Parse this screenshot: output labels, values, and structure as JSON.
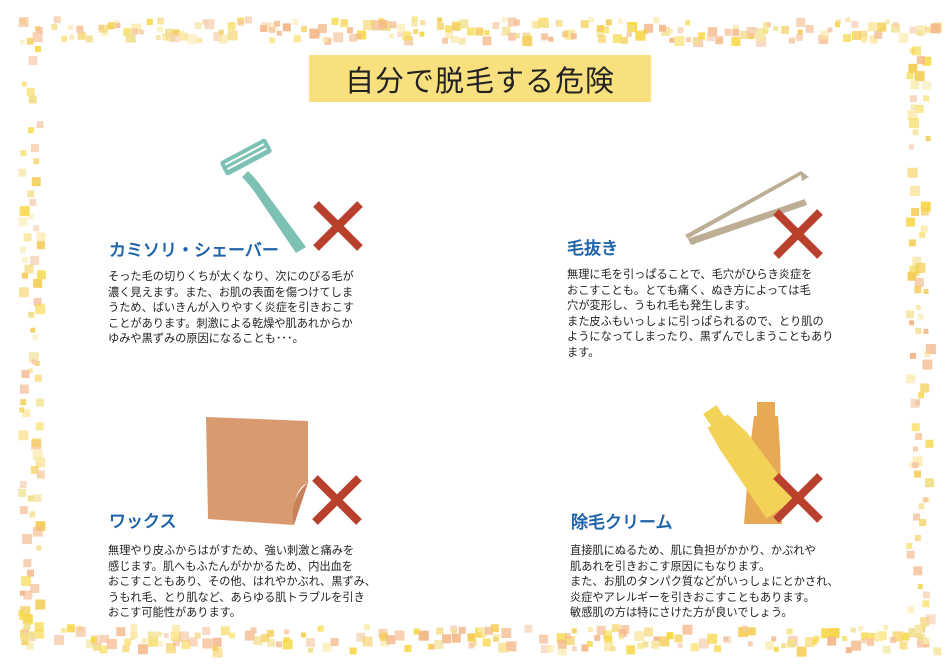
{
  "page": {
    "title": "自分で脱毛する危険"
  },
  "methods": [
    {
      "heading": "カミソリ・シェーバー",
      "lines": [
        "そった毛の切りくちが太くなり、次にのびる毛が",
        "濃く見えます。また、お肌の表面を傷つけてしま",
        "うため、ばいきんが入りやすく炎症を引きおこす",
        "ことがあります。刺激による乾燥や肌あれからか",
        "ゆみや黒ずみの原因になることも･･･。"
      ]
    },
    {
      "heading": "毛抜き",
      "lines": [
        "無理に毛を引っぱることで、毛穴がひらき炎症を",
        "おこすことも。とても痛く、ぬき方によっては毛",
        "穴が変形し、うもれ毛も発生します。",
        "また皮ふもいっしょに引っぱられるので、とり肌の",
        "ようになってしまったり、黒ずんでしまうこともあり",
        "ます。"
      ]
    },
    {
      "heading": "ワックス",
      "lines": [
        "無理やり皮ふからはがすため、強い刺激と痛みを",
        "感じます。肌へもふたんがかかるため、内出血を",
        "おこすこともあり、その他、はれやかぶれ、黒ずみ、",
        "うもれ毛、とり肌など、あらゆる肌トラブルを引き",
        "おこす可能性があります。"
      ]
    },
    {
      "heading": "除毛クリーム",
      "lines": [
        "直接肌にぬるため、肌に負担がかかり、かぶれや",
        "肌あれを引きおこす原因にもなります。",
        "また、お肌のタンパク質などがいっしょにとかされ、",
        "炎症やアレルギーを引きおこすこともあります。",
        "敏感肌の方は特にさけた方が良いでしょう。"
      ]
    }
  ],
  "colors": {
    "title_bg": "#f9e07e",
    "heading": "#1f63a8",
    "cross": "#b8402c",
    "razor": "#7cc1b3",
    "tweezers": "#bcae94",
    "wax": "#d99a70",
    "cream_tube_yellow": "#f2d257",
    "cream_tube_orange": "#e8a954",
    "frame_colors": [
      "#f7d84a",
      "#f5cf5b",
      "#f1e08e",
      "#f6c7a4",
      "#fbe9a9",
      "#f4b98c"
    ]
  }
}
